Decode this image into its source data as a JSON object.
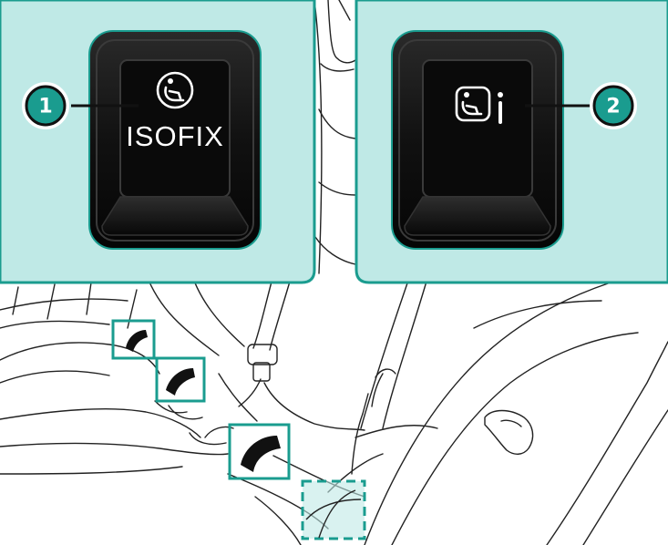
{
  "callouts": {
    "one": {
      "number": "1"
    },
    "two": {
      "number": "2"
    }
  },
  "panel_left": {
    "tag_text": "ISOFIX",
    "icon": "child-seat-icon"
  },
  "panel_right": {
    "icon": "child-seat-info-icon"
  },
  "colors": {
    "panel_fill": "#bfe9e6",
    "accent": "#1a9c8f",
    "tag_dark": "#111111",
    "line": "#222222"
  }
}
